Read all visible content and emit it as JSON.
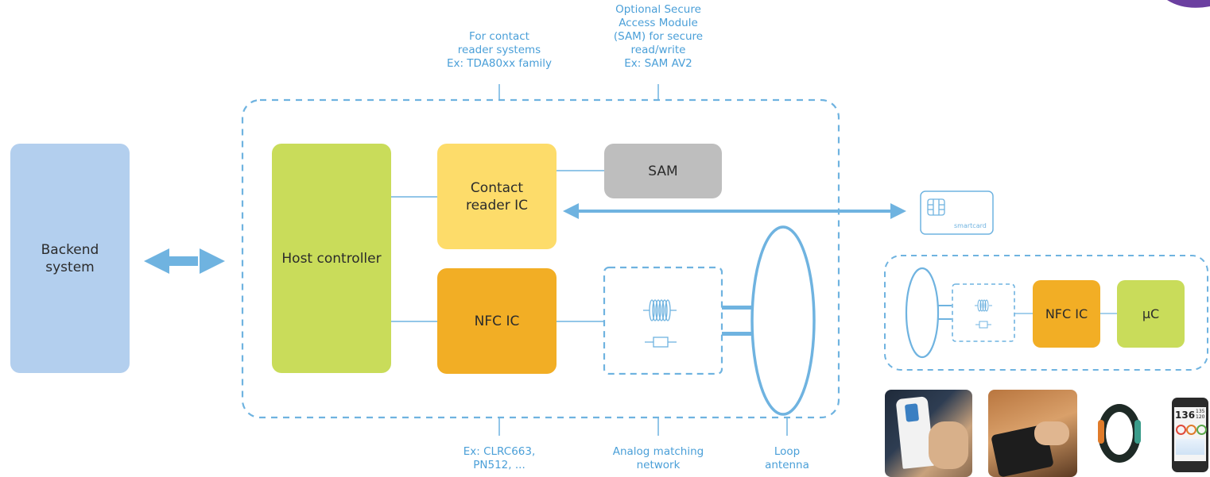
{
  "annotations": {
    "contact_reader": "For contact\nreader systems\nEx: TDA80xx family",
    "sam": "Optional Secure\nAccess Module\n(SAM) for secure\nread/write\nEx: SAM AV2",
    "nfc_examples": "Ex: CLRC663,\nPN512, ...",
    "analog": "Analog matching\nnetwork",
    "loop": "Loop\nantenna"
  },
  "blocks": {
    "backend": "Backend\nsystem",
    "host": "Host controller",
    "contact_ic": "Contact\nreader IC",
    "sam": "SAM",
    "nfc_ic": "NFC IC",
    "device_nfc_ic": "NFC IC",
    "device_uc": "µC"
  },
  "smartcard": {
    "label": "smartcard"
  },
  "phone": {
    "big_number": "136",
    "small_top": "135",
    "small_bottom": "120"
  },
  "colors": {
    "backend": "#b3cfee",
    "host": "#c9dc5a",
    "contact_ic": "#fddc6a",
    "sam": "#bebebe",
    "nfc_ic": "#f2ae25",
    "uc": "#c9dc5a",
    "line": "#6fb3e0"
  },
  "icons": [
    "double-arrow-icon",
    "coil-icon",
    "resistor-icon",
    "loop-antenna-icon",
    "chip-icon"
  ]
}
